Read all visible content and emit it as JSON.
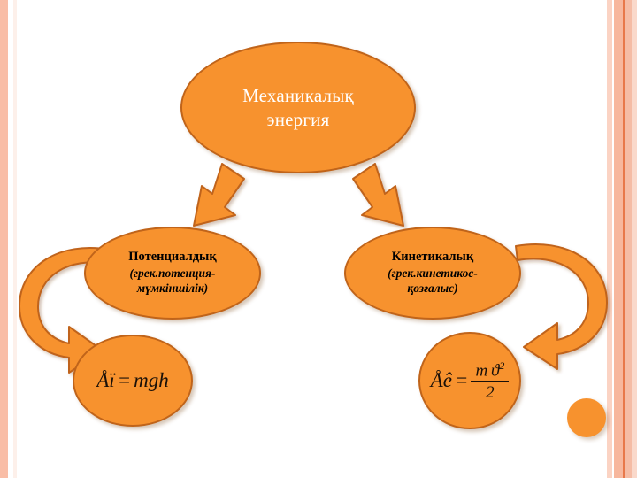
{
  "slide": {
    "background_color": "#ffffff",
    "accent_color": "#f7922e",
    "accent_border_color": "#c0641a",
    "stripe_color": "#f9bda6"
  },
  "diagram": {
    "type": "hierarchy",
    "root": {
      "label": "Механикалық",
      "label_line2": "энергия",
      "text_color": "#ffffff"
    },
    "branches": [
      {
        "heading": "Потенциалдық",
        "gloss_line1": "(грек.потенция-",
        "gloss_line2": "мүмкіншілік)",
        "text_color": "#000000"
      },
      {
        "heading": "Кинетикалық",
        "gloss_line1": "(грек.кинетикос-",
        "gloss_line2": "қозғалыс)",
        "text_color": "#000000"
      }
    ],
    "formulas": [
      {
        "lhs": "Åï",
        "equals": "=",
        "rhs": "mgh"
      },
      {
        "lhs": "Åê",
        "equals": "=",
        "numerator": "m",
        "numerator_symbol": "ϑ",
        "numerator_exponent": "2",
        "denominator": "2"
      }
    ],
    "connectors": [
      {
        "name": "arrow-root-to-potential",
        "shape": "block-arrow",
        "direction": "down-left"
      },
      {
        "name": "arrow-root-to-kinetic",
        "shape": "block-arrow",
        "direction": "down-right"
      },
      {
        "name": "arrow-potential-to-formula",
        "shape": "curved-hook-arrow",
        "direction": "counterclockwise"
      },
      {
        "name": "arrow-kinetic-to-formula",
        "shape": "curved-hook-arrow",
        "direction": "clockwise"
      }
    ],
    "decor": [
      {
        "name": "decor-circle",
        "shape": "circle",
        "color": "#f7922e"
      }
    ]
  }
}
